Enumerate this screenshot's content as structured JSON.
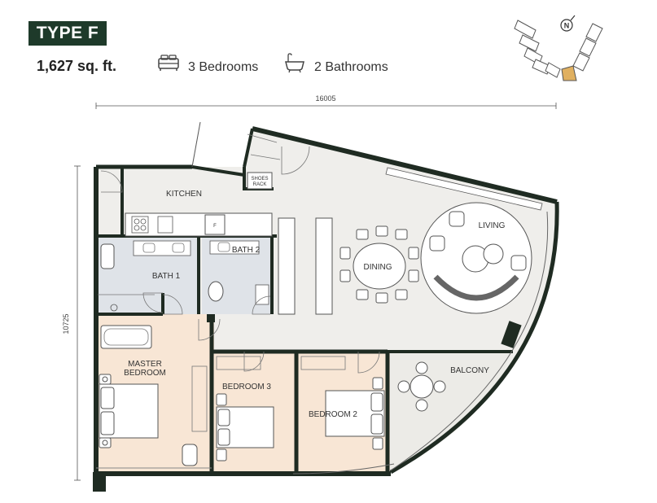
{
  "header": {
    "unit_type": "TYPE F",
    "area": "1,627 sq. ft.",
    "bedrooms": "3 Bedrooms",
    "bathrooms": "2 Bathrooms"
  },
  "dimensions": {
    "width": "16005",
    "height": "10725"
  },
  "compass": {
    "north": "N"
  },
  "rooms": {
    "kitchen": "KITCHEN",
    "bath1": "BATH 1",
    "bath2": "BATH 2",
    "living": "LIVING",
    "dining": "DINING",
    "master_line1": "MASTER",
    "master_line2": "BEDROOM",
    "bedroom3": "BEDROOM 3",
    "bedroom2": "BEDROOM 2",
    "balcony": "BALCONY",
    "shoes_line1": "SHOES",
    "shoes_line2": "RACK",
    "fridge": "F"
  },
  "colors": {
    "wall": "#1f2b22",
    "floor_main": "#efeeeb",
    "floor_bed": "#f8e6d5",
    "floor_bath": "#dfe3e8",
    "badge": "#1e3a2a",
    "key_highlight": "#e0b060"
  },
  "icons": [
    "bed-icon",
    "bathtub-icon",
    "compass-icon"
  ]
}
